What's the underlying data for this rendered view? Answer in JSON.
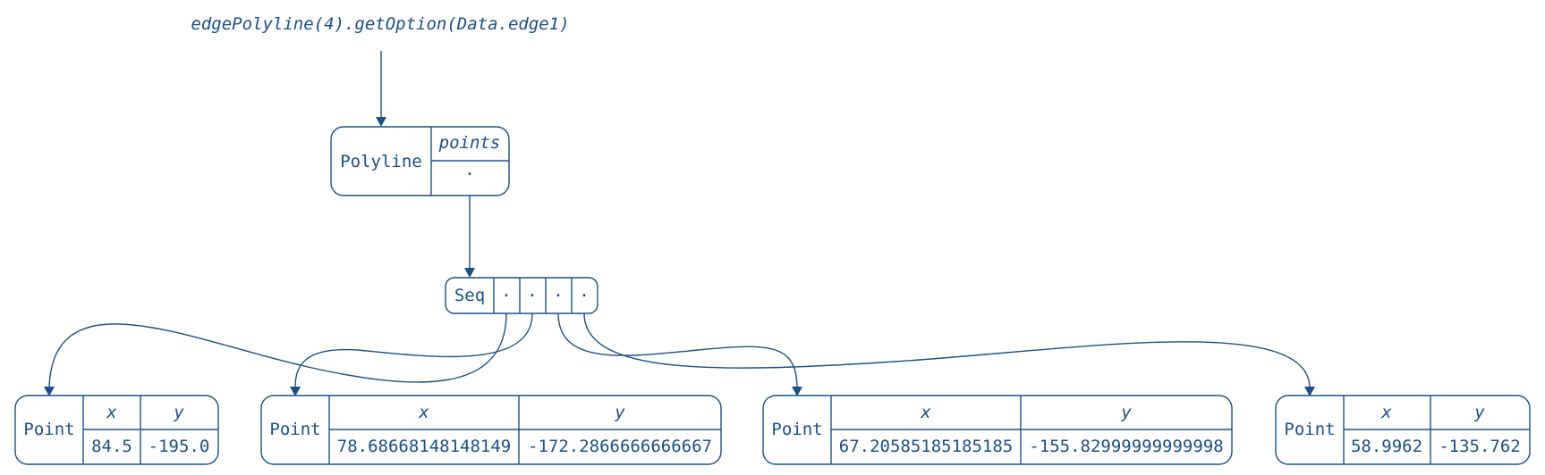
{
  "expression": "edgePolyline(4).getOption(Data.edge1)",
  "polyline": {
    "type_label": "Polyline",
    "field_name": "points",
    "field_value": "·"
  },
  "seq": {
    "type_label": "Seq",
    "slots": [
      "·",
      "·",
      "·",
      "·"
    ]
  },
  "points": [
    {
      "type_label": "Point",
      "x_header": "x",
      "y_header": "y",
      "x": "84.5",
      "y": "-195.0"
    },
    {
      "type_label": "Point",
      "x_header": "x",
      "y_header": "y",
      "x": "78.68668148148149",
      "y": "-172.2866666666667"
    },
    {
      "type_label": "Point",
      "x_header": "x",
      "y_header": "y",
      "x": "67.20585185185185",
      "y": "-155.82999999999998"
    },
    {
      "type_label": "Point",
      "x_header": "x",
      "y_header": "y",
      "x": "58.9962",
      "y": "-135.762"
    }
  ],
  "colors": {
    "stroke": "#1d4f86",
    "text": "#1d4f86",
    "background": "#ffffff"
  }
}
